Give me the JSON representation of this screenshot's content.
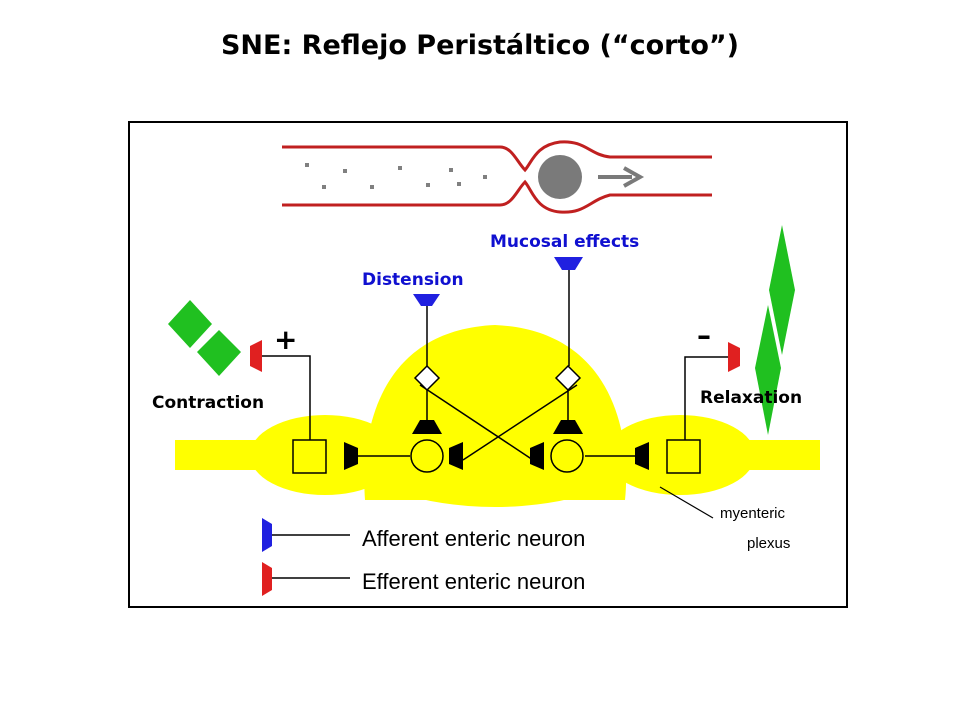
{
  "title": "SNE: Reflejo Peristáltico (“corto”)",
  "diagram": {
    "labels": {
      "distension": "Distension",
      "mucosal_effects": "Mucosal effects",
      "contraction": "Contraction",
      "relaxation": "Relaxation",
      "plus_sign": "+",
      "minus_sign": "–",
      "myenteric_line1": "myenteric",
      "myenteric_line2": "plexus"
    },
    "legend": [
      {
        "label": "Afferent enteric neuron",
        "color": "#2020e0"
      },
      {
        "label": "Efferent enteric neuron",
        "color": "#e02020"
      }
    ],
    "colors": {
      "ganglion": "#ffff00",
      "gut_wall": "#c02020",
      "muscle": "#20c020",
      "afferent": "#2020e0",
      "efferent": "#e02020",
      "bolus": "#7a7a7a"
    }
  }
}
